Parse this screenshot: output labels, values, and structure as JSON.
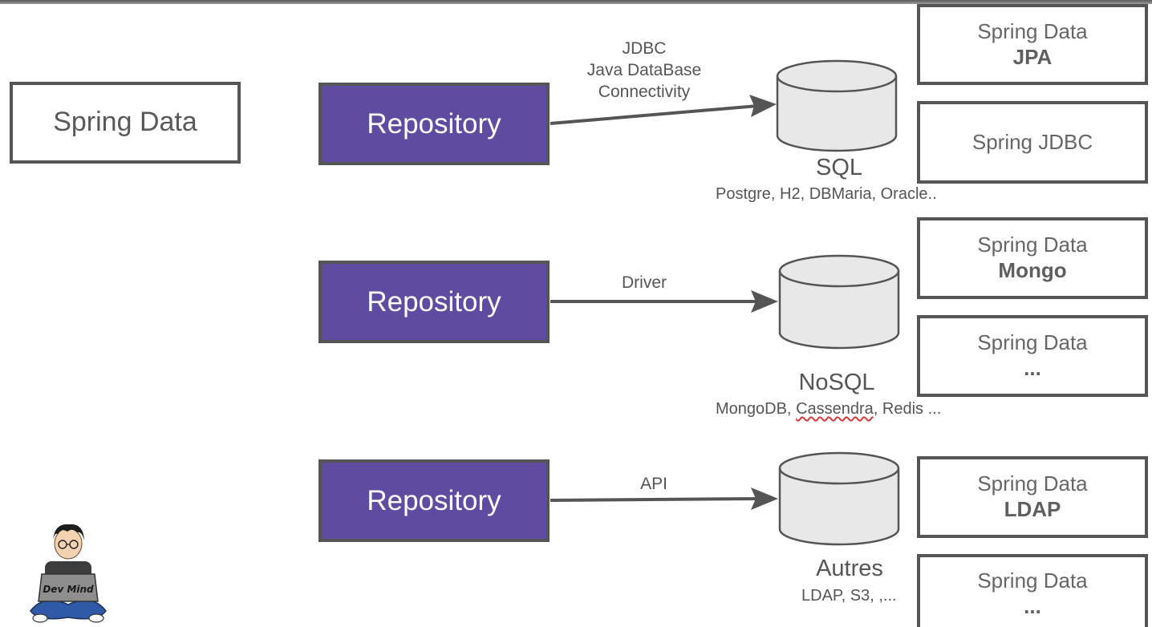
{
  "main_box": {
    "label": "Spring Data"
  },
  "rows": [
    {
      "repository_label": "Repository",
      "connector_lines": [
        "JDBC",
        "Java DataBase",
        "Connectivity"
      ],
      "db_title": "SQL",
      "db_examples": "Postgre, H2, DBMaria, Oracle.."
    },
    {
      "repository_label": "Repository",
      "connector_lines": [
        "Driver"
      ],
      "db_title": "NoSQL",
      "db_examples_parts": [
        "MongoDB, ",
        "Cassendra",
        ", Redis ..."
      ]
    },
    {
      "repository_label": "Repository",
      "connector_lines": [
        "API"
      ],
      "db_title": "Autres",
      "db_examples": "LDAP, S3, ,..."
    }
  ],
  "modules": [
    {
      "line1": "Spring Data",
      "line2": "JPA"
    },
    {
      "line1": "Spring JDBC",
      "line2": ""
    },
    {
      "line1": "Spring Data",
      "line2": "Mongo"
    },
    {
      "line1": "Spring Data",
      "line2": "..."
    },
    {
      "line1": "Spring Data",
      "line2": "LDAP"
    },
    {
      "line1": "Spring Data",
      "line2": "..."
    }
  ],
  "logo": {
    "text": "Dev Mind"
  },
  "colors": {
    "repository_fill": "#5f4b9f",
    "border": "#555555",
    "cylinder_fill": "#e8e8e8",
    "text": "#555555"
  }
}
